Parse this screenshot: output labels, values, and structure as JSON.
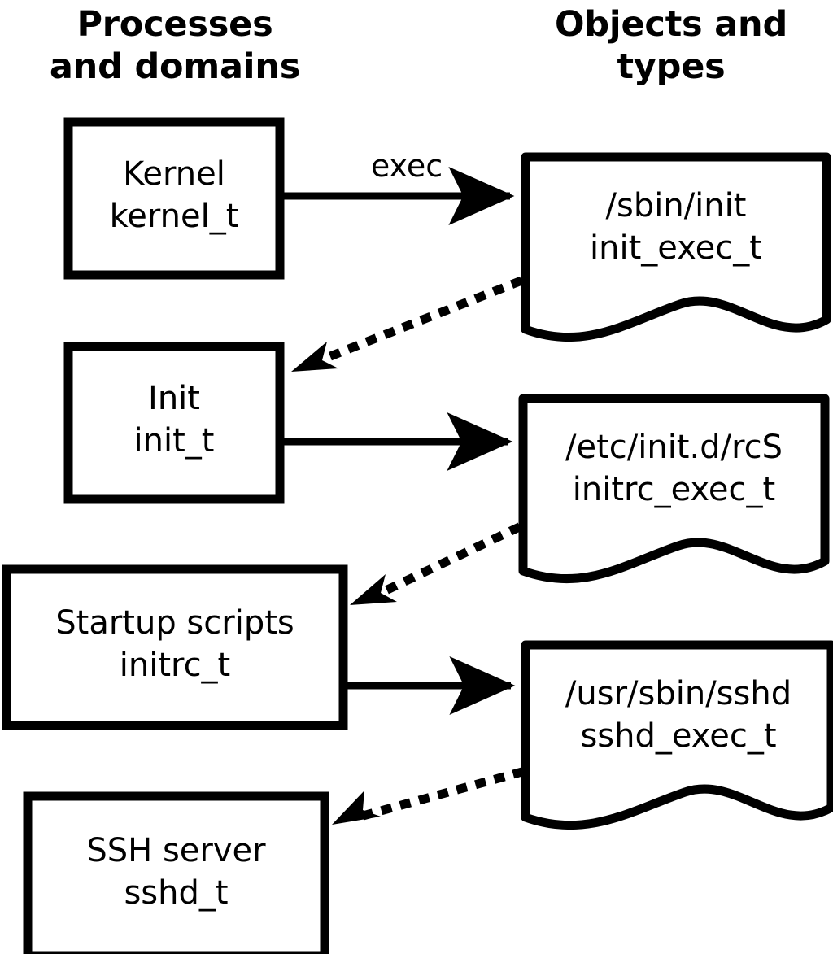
{
  "diagram": {
    "title_left": "Processes\nand domains",
    "title_right": "Objects and\ntypes",
    "stroke_color": "#000000",
    "background_color": "#ffffff"
  },
  "columns": [
    {
      "id": "processes",
      "label": "Processes\nand domains"
    },
    {
      "id": "objects",
      "label": "Objects and\ntypes"
    }
  ],
  "process_nodes": [
    {
      "id": "kernel",
      "label": "Kernel\nkernel_t",
      "name_line": "Kernel",
      "type_line": "kernel_t"
    },
    {
      "id": "init",
      "label": "Init\ninit_t",
      "name_line": "Init",
      "type_line": "init_t"
    },
    {
      "id": "initrc",
      "label": "Startup scripts\ninitrc_t",
      "name_line": "Startup scripts",
      "type_line": "initrc_t"
    },
    {
      "id": "sshd",
      "label": "SSH server\nsshd_t",
      "name_line": "SSH server",
      "type_line": "sshd_t"
    }
  ],
  "object_nodes": [
    {
      "id": "init_exec",
      "label": "/sbin/init\ninit_exec_t",
      "path_line": "/sbin/init",
      "type_line": "init_exec_t"
    },
    {
      "id": "initrc_exec",
      "label": "/etc/init.d/rcS\ninitrc_exec_t",
      "path_line": "/etc/init.d/rcS",
      "type_line": "initrc_exec_t"
    },
    {
      "id": "sshd_exec",
      "label": "/usr/sbin/sshd\nsshd_exec_t",
      "path_line": "/usr/sbin/sshd",
      "type_line": "sshd_exec_t"
    }
  ],
  "edges": [
    {
      "id": "kernel-exec-init_exec",
      "from": "kernel",
      "to": "init_exec",
      "style": "solid",
      "label": "exec"
    },
    {
      "id": "init_exec-transition-init",
      "from": "init_exec",
      "to": "init",
      "style": "dotted",
      "label": ""
    },
    {
      "id": "init-exec-initrc_exec",
      "from": "init",
      "to": "initrc_exec",
      "style": "solid",
      "label": ""
    },
    {
      "id": "initrc_exec-transition-initrc",
      "from": "initrc_exec",
      "to": "initrc",
      "style": "dotted",
      "label": ""
    },
    {
      "id": "initrc-exec-sshd_exec",
      "from": "initrc",
      "to": "sshd_exec",
      "style": "solid",
      "label": ""
    },
    {
      "id": "sshd_exec-transition-sshd",
      "from": "sshd_exec",
      "to": "sshd",
      "style": "dotted",
      "label": ""
    }
  ],
  "edge_labels": {
    "exec": "exec"
  }
}
